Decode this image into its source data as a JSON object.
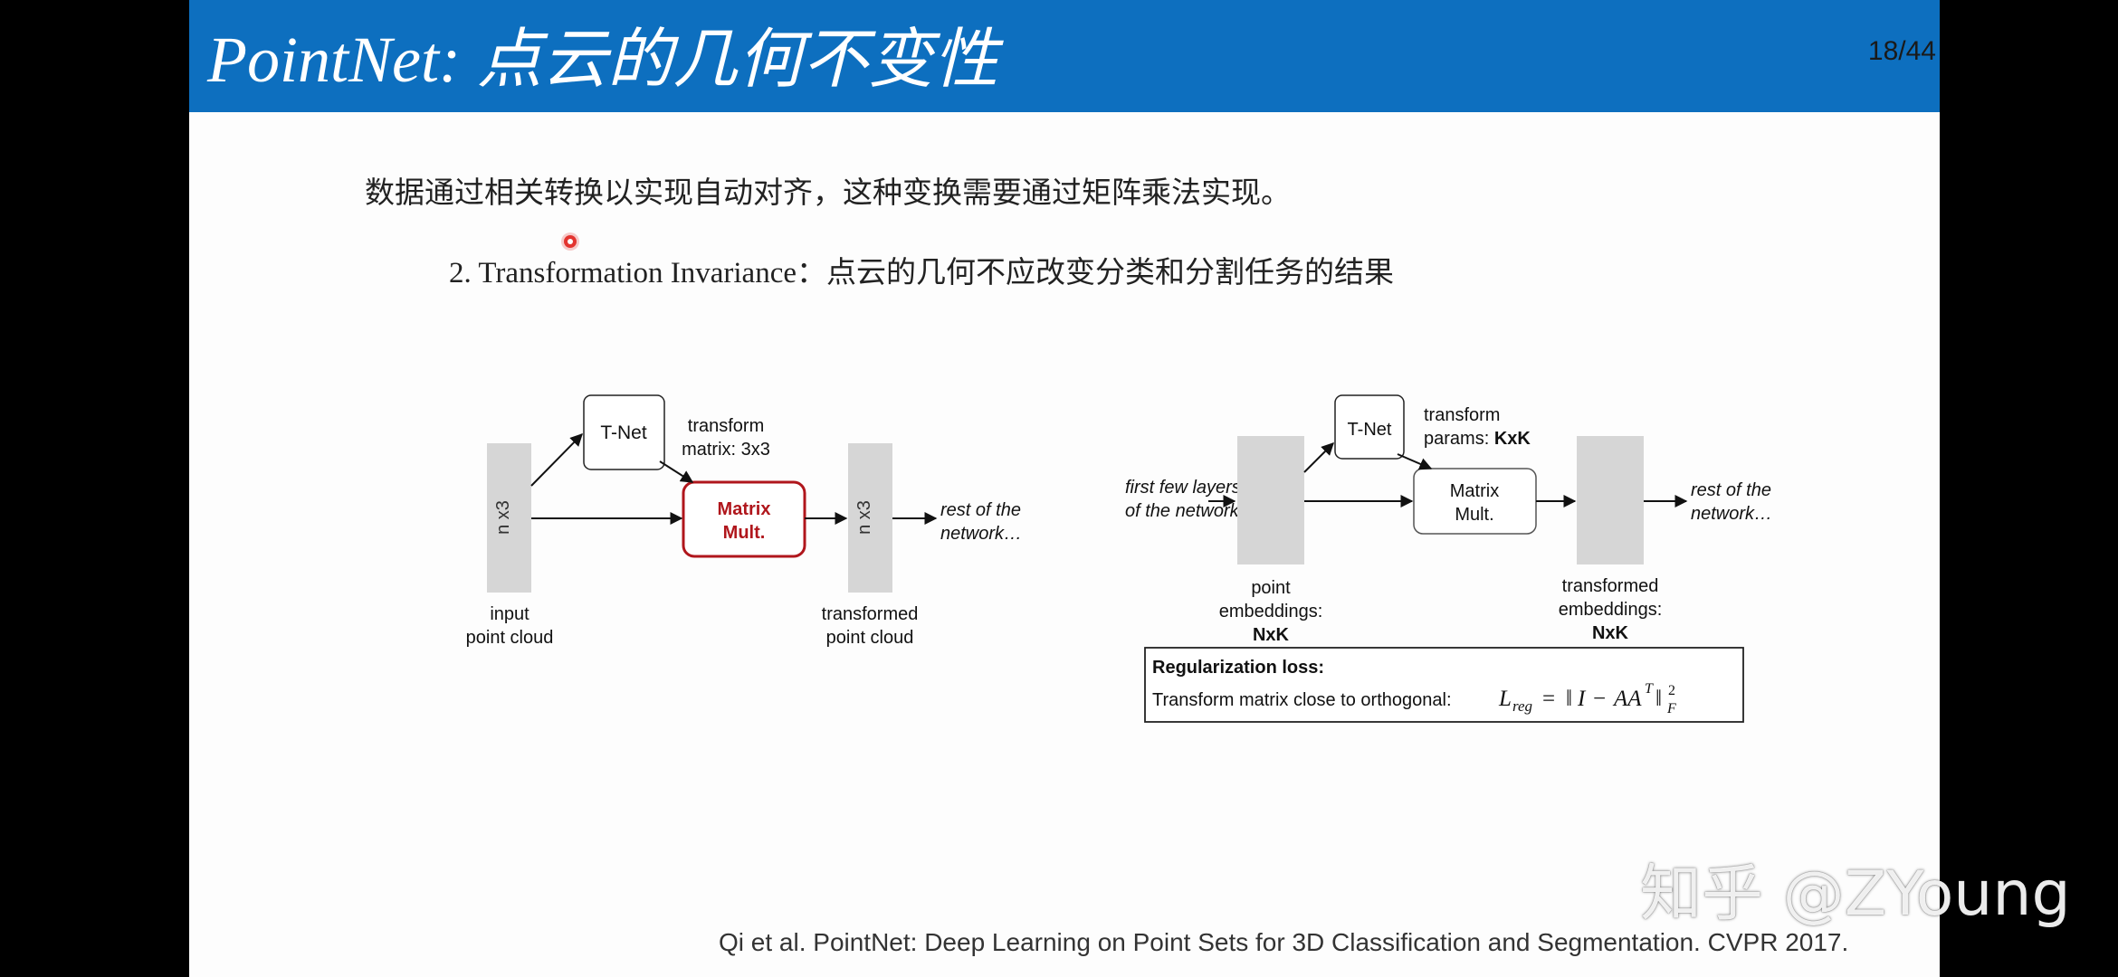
{
  "slide": {
    "title": "PointNet: 点云的几何不变性",
    "page_number": "18/44",
    "line1": "数据通过相关转换以实现自动对齐，这种变换需要通过矩阵乘法实现。",
    "line2_prefix": "2. Transformation Invariance：",
    "line2_suffix": "点云的几何不应改变分类和分割任务的结果",
    "citation": "Qi et al. PointNet: Deep Learning on Point Sets for 3D Classification and Segmentation. CVPR 2017."
  },
  "diagram_left": {
    "input_dim": "n x3",
    "tnet": "T-Net",
    "transform_label_1": "transform",
    "transform_label_2": "matrix: 3x3",
    "matrix_mult_1": "Matrix",
    "matrix_mult_2": "Mult.",
    "output_dim": "n x3",
    "rest_1": "rest of the",
    "rest_2": "network…",
    "input_label_1": "input",
    "input_label_2": "point cloud",
    "output_label_1": "transformed",
    "output_label_2": "point cloud"
  },
  "diagram_right": {
    "first_layers_1": "first few layers",
    "first_layers_2": "of the network",
    "tnet": "T-Net",
    "transform_label_1": "transform",
    "transform_label_2": "params: ",
    "transform_label_2b": "KxK",
    "matrix_mult_1": "Matrix",
    "matrix_mult_2": "Mult.",
    "rest_1": "rest of the",
    "rest_2": "network…",
    "point_emb_1": "point",
    "point_emb_2": "embeddings:",
    "point_emb_3": "NxK",
    "trans_emb_1": "transformed",
    "trans_emb_2": "embeddings:",
    "trans_emb_3": "NxK",
    "reg_title": "Regularization loss:",
    "reg_text": "Transform matrix close to orthogonal: "
  },
  "watermark": "知乎 @ZYoung",
  "colors": {
    "header": "#0d6fbf",
    "accent_red": "#b0161c",
    "block_gray": "#d6d6d6"
  }
}
